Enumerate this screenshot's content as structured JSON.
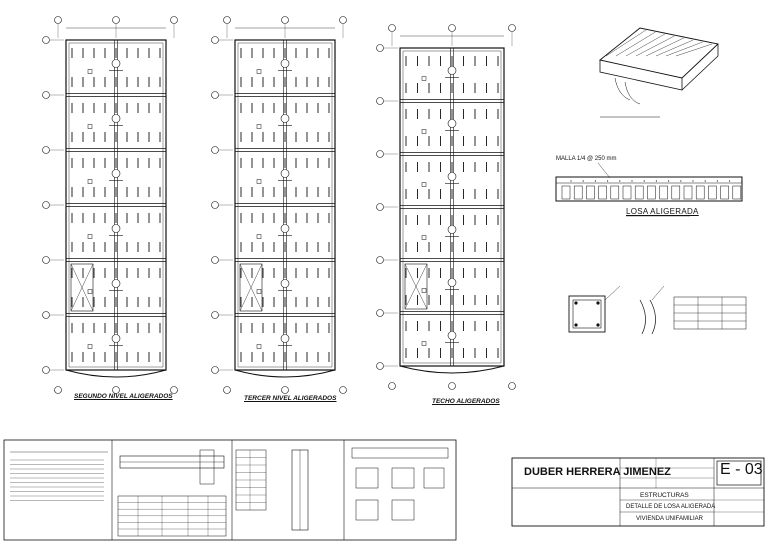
{
  "plans": [
    {
      "id": "segundo",
      "title": "SEGUNDO NIVEL ALIGERADOS"
    },
    {
      "id": "tercer",
      "title": "TERCER NIVEL ALIGERADOS"
    },
    {
      "id": "techo",
      "title": "TECHO ALIGERADOS"
    }
  ],
  "details": {
    "malla_label": "MALLA 1/4 @ 250 mm",
    "losa_title": "LOSA ALIGERADA"
  },
  "title_block": {
    "designer": "DUBER HERRERA JIMENEZ",
    "sheet_code": "E - 03",
    "discipline": "ESTRUCTURAS",
    "sheet_title": "DETALLE DE LOSA ALIGERADA",
    "project": "VIVIENDA UNIFAMILIAR"
  },
  "colors": {
    "line": "#111111",
    "background": "#ffffff"
  }
}
